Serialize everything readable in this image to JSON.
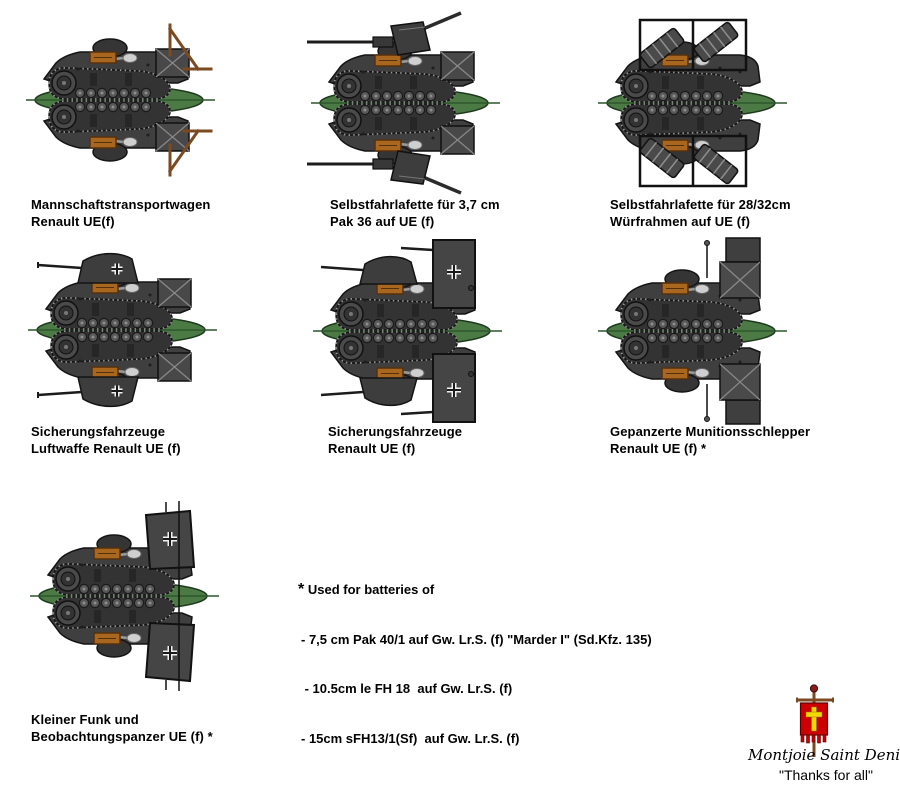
{
  "page": {
    "background": "#ffffff"
  },
  "colors": {
    "hull": "#3f3f3f",
    "hull_dark": "#353535",
    "track": "#333333",
    "outline": "#141414",
    "track_teeth": "#9a9a9a",
    "wheel": "#585858",
    "ellipse_fill": "#4c7a44",
    "ellipse_stroke": "#1d3a1d",
    "ground_line": "#2d572d",
    "toolbox_orange": "#a8661e",
    "wood_brown": "#7b4a21",
    "banner_red": "#cc0000",
    "banner_yellow": "#f5d800",
    "cross_white": "#f2f2f2"
  },
  "vehicles": [
    {
      "variant": "frame",
      "label_line1": "Mannschaftstransportwagen",
      "label_line2": "Renault UE(f)"
    },
    {
      "variant": "pak36",
      "label_line1": "Selbstfahrlafette für 3,7 cm",
      "label_line2": "Pak 36 auf UE (f)"
    },
    {
      "variant": "wurfrahmen",
      "label_line1": "Selbstfahrlafette für 28/32cm",
      "label_line2": "Würfrahmen auf UE (f)"
    },
    {
      "variant": "luftwaffe",
      "label_line1": "Sicherungsfahrzeuge",
      "label_line2": "Luftwaffe Renault UE (f)"
    },
    {
      "variant": "sicherung",
      "label_line1": "Sicherungsfahrzeuge",
      "label_line2": "Renault UE (f)"
    },
    {
      "variant": "munition",
      "label_line1": "Gepanzerte Munitionsschlepper",
      "label_line2": "Renault UE (f) *"
    },
    {
      "variant": "funk",
      "label_line1": "Kleiner Funk und",
      "label_line2": "Beobachtungspanzer UE (f) *"
    }
  ],
  "note": {
    "marker": "*",
    "title": " Used for batteries of",
    "items": [
      "- 7,5 cm Pak 40/1 auf Gw. Lr.S. (f) \"Marder I\" (Sd.Kfz. 135)",
      " - 10.5cm le FH 18  auf Gw. Lr.S. (f)",
      "- 15cm sFH13/1(Sf)  auf Gw. Lr.S. (f)"
    ]
  },
  "footer": {
    "banner_icon": "crusader-banner-icon",
    "motto": "Montjoie Saint Denis",
    "thanks": "\"Thanks for all\""
  }
}
